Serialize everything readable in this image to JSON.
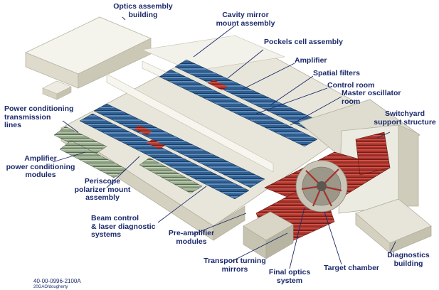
{
  "labels": {
    "optics_assembly_building": "Optics assembly\nbuilding",
    "cavity_mirror_mount_assembly": "Cavity mirror\nmount assembly",
    "pockels_cell_assembly": "Pockels cell assembly",
    "amplifier": "Amplifier",
    "spatial_filters": "Spatial filters",
    "control_room": "Control room",
    "master_oscillator_room": "Master oscillator\nroom",
    "switchyard_support_structure": "Switchyard\nsupport structure",
    "power_conditioning_transmission_lines": "Power conditioning\ntransmission\nlines",
    "amplifier_power_conditioning_modules": "Amplifier\npower conditioning\nmodules",
    "periscope_polarizer_mount_assembly": "Periscope\npolarizer mount\nassembly",
    "beam_control_laser_diagnostic_systems": "Beam control\n& laser diagnostic\nsystems",
    "pre_amplifier_modules": "Pre-amplifier\nmodules",
    "transport_turning_mirrors": "Transport turning\nmirrors",
    "final_optics_system": "Final optics\nsystem",
    "target_chamber": "Target chamber",
    "diagnostics_building": "Diagnostics\nbuilding"
  },
  "footer": {
    "drawing_number": "40-00-0996-2100A",
    "credit": "20GAO/dougherty"
  },
  "colors": {
    "label_text": "#1b2a6b",
    "leader_line": "#1b2a6b",
    "laser_bay_modules": "#2e5e8f",
    "target_area_hardware": "#a8302a",
    "building_walls": "#eceadf"
  }
}
